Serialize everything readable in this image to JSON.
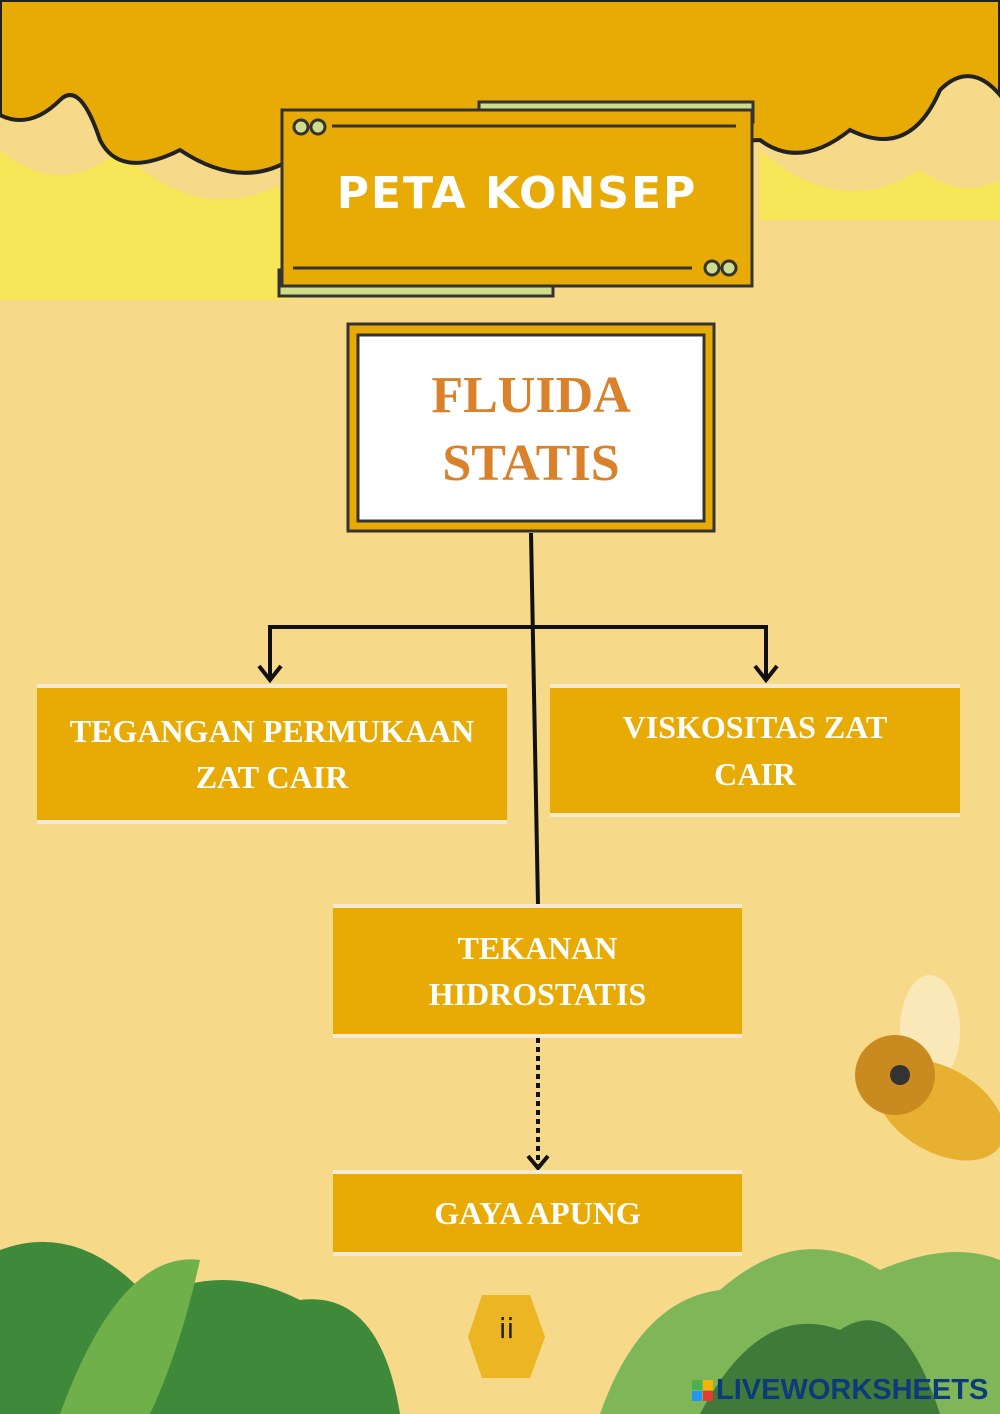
{
  "title": "PETA KONSEP",
  "main_concept": "FLUIDA STATIS",
  "nodes": {
    "tegangan": "TEGANGAN PERMUKAAN ZAT CAIR",
    "viskositas": "VISKOSITAS ZAT CAIR",
    "tekanan": "TEKANAN HIDROSTATIS",
    "gaya": "GAYA APUNG"
  },
  "page_number": "ii",
  "watermark": "LIVEWORKSHEETS",
  "colors": {
    "background": "#f7d98a",
    "accent": "#e8ab05",
    "main_text": "#d9822b"
  }
}
